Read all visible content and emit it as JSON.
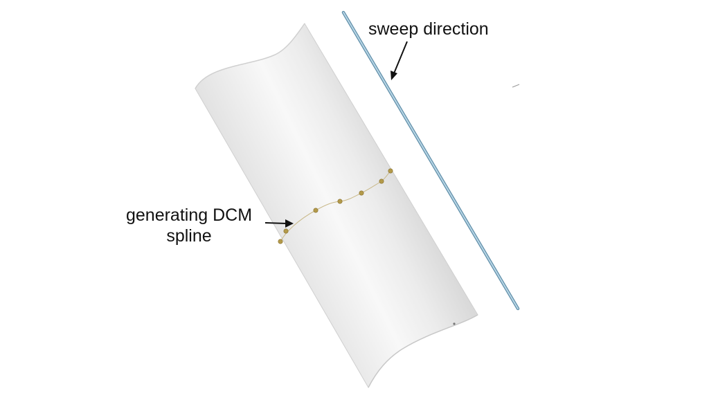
{
  "labels": {
    "sweep_direction": "sweep direction",
    "spline_line1": "generating DCM",
    "spline_line2": "spline"
  },
  "colors": {
    "surface_light": "#f7f7f7",
    "surface_mid": "#e6e6e6",
    "surface_dark": "#cfcfcf",
    "sweep_line": "#9ec3d9",
    "sweep_line_edge": "#5f8ea8",
    "spline_points": "#b39a4a",
    "arrow": "#111111"
  },
  "icons": {
    "sweep_arrow": "arrow-down-left-icon",
    "spline_arrow": "arrow-right-icon"
  }
}
